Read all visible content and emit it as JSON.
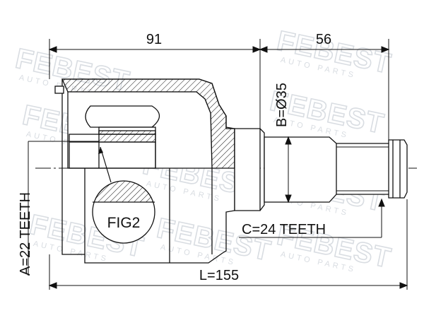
{
  "watermark": {
    "brand": "FEBEST",
    "sub": "AUTO PARTS"
  },
  "dimensions": {
    "housing_length": "91",
    "shaft_length": "56",
    "diameter": "B=Ø35",
    "teeth_inner": "A=22 TEETH",
    "teeth_outer": "C=24 TEETH",
    "total_length": "L=155"
  },
  "detail_label": "FIG2",
  "colors": {
    "line": "#111111",
    "watermark": "#d9dde2"
  }
}
